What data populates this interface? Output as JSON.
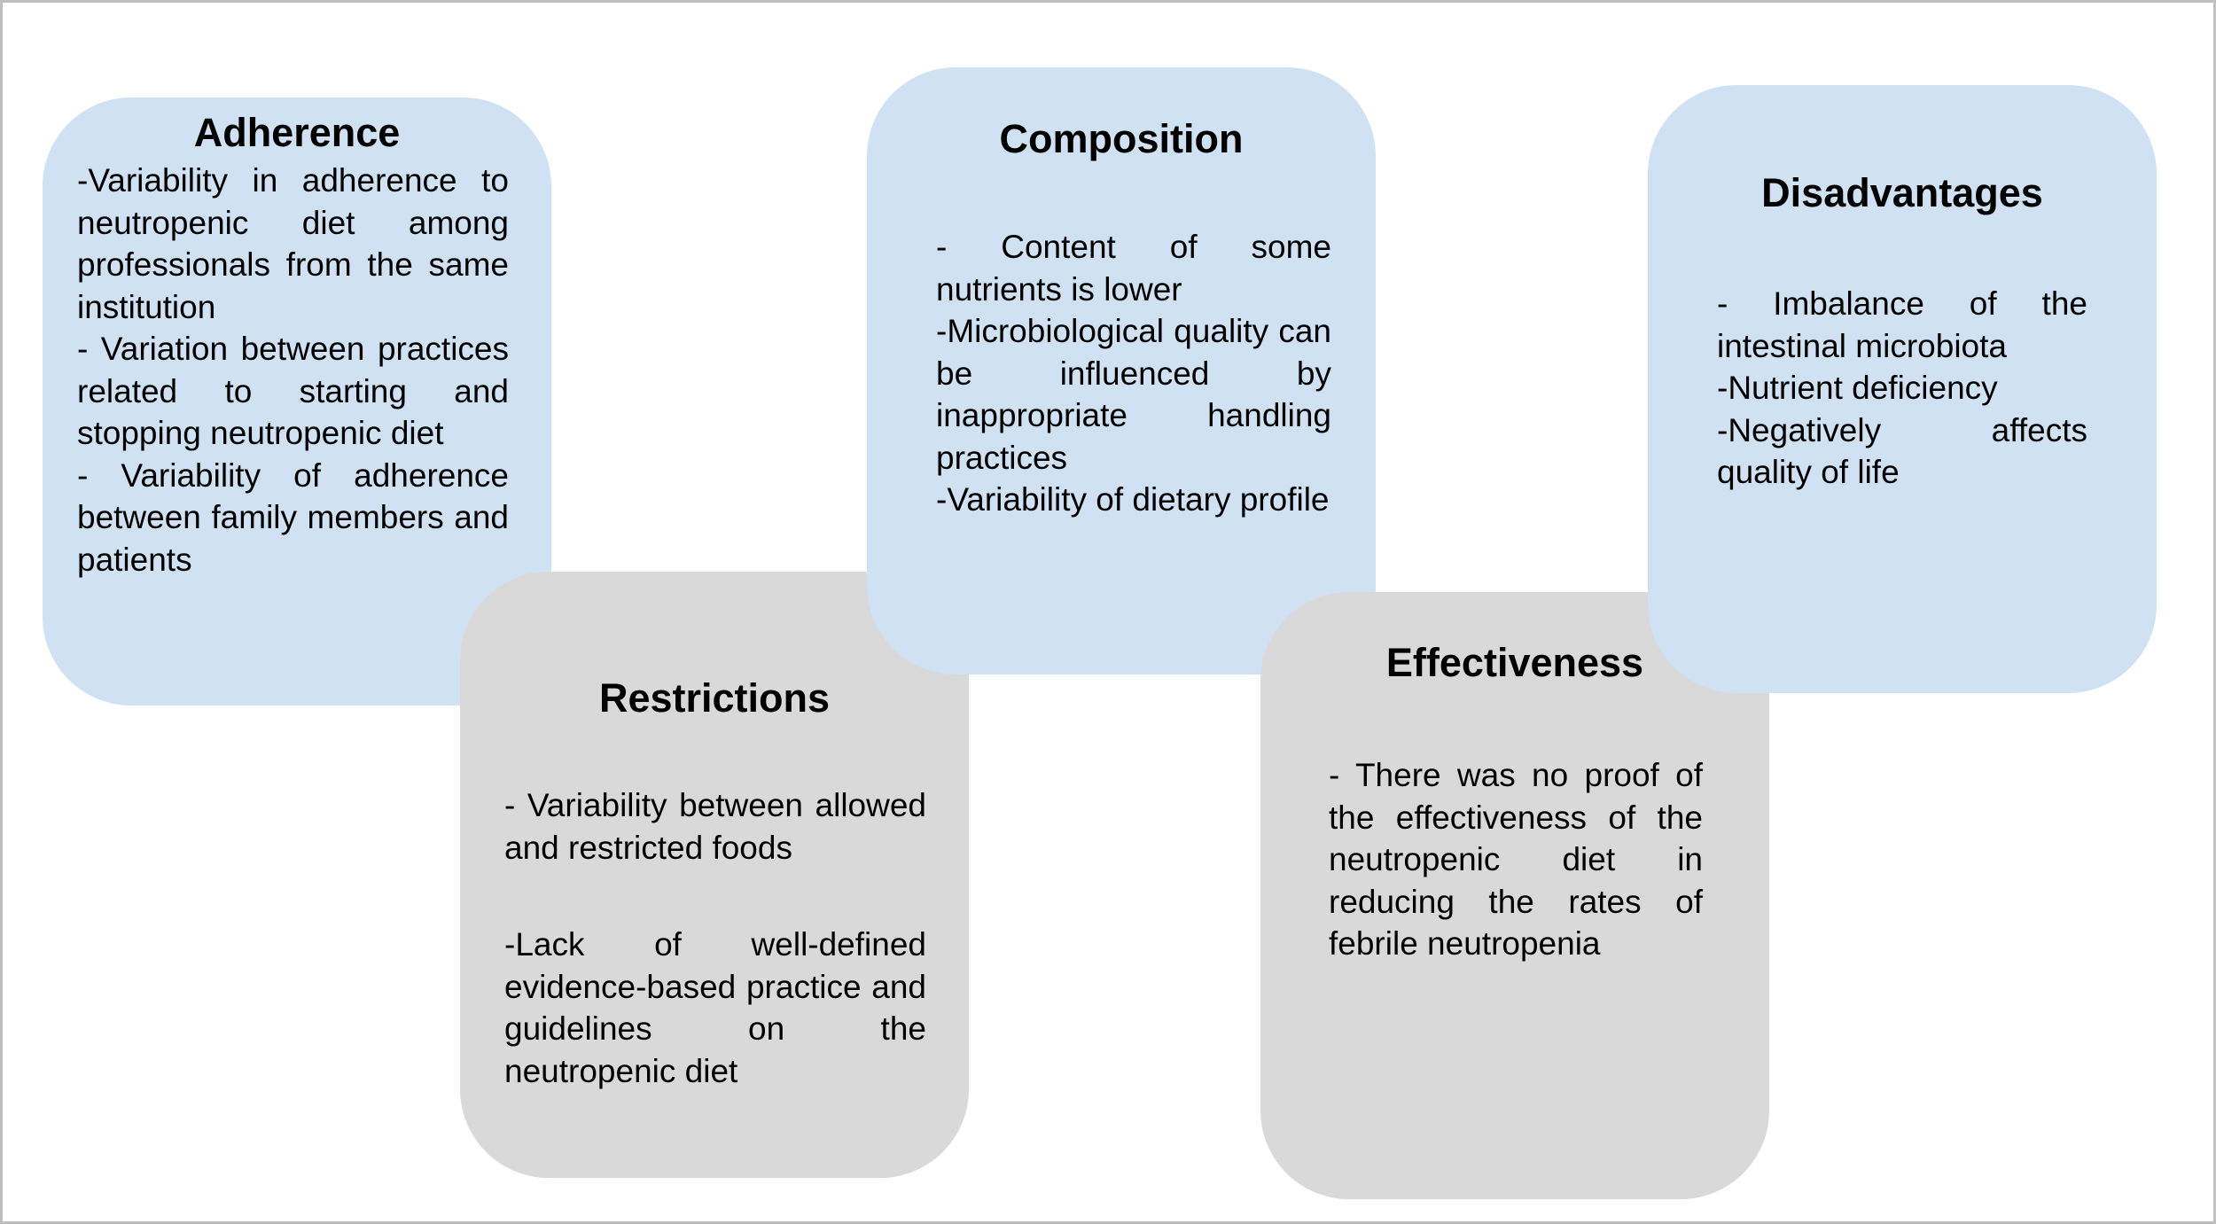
{
  "boxes": {
    "adherence": {
      "title": "Adherence",
      "items": [
        "-Variability in adherence to neutropenic diet among professionals from the same institution",
        "- Variation between practices related to starting and stopping neutropenic diet",
        "- Variability of adherence between family members and patients"
      ]
    },
    "restrictions": {
      "title": "Restrictions",
      "items": [
        "- Variability between allowed and restricted foods",
        "-Lack of well-defined evidence-based practice and guidelines on the neutropenic diet"
      ]
    },
    "composition": {
      "title": "Composition",
      "items": [
        "- Content of some nutrients is lower",
        "-Microbiological quality can be influenced by inappropriate handling practices",
        "-Variability of dietary profile"
      ]
    },
    "effectiveness": {
      "title": "Effectiveness",
      "items": [
        "- There was no proof of the effectiveness of the neutropenic diet in reducing the rates of febrile neutropenia"
      ]
    },
    "disadvantages": {
      "title": "Disadvantages",
      "items": [
        "- Imbalance of the intestinal microbiota",
        "-Nutrient deficiency",
        "-Negatively affects quality of life"
      ]
    }
  },
  "colors": {
    "blue_box": "#cfe1f2",
    "gray_box": "#d9d9d9",
    "frame_border": "#bfbfbf"
  }
}
